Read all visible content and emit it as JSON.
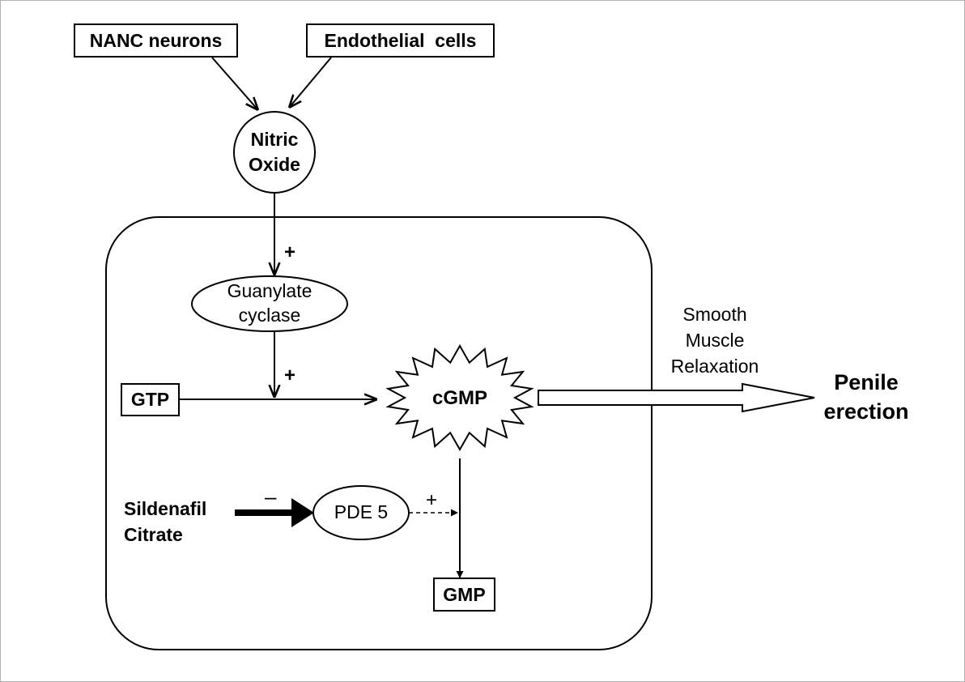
{
  "nodes": {
    "nanc_neurons": "NANC neurons",
    "endothelial_cells": "Endothelial  cells",
    "nitric_oxide": [
      "Nitric",
      "Oxide"
    ],
    "guanylate_cyclase": [
      "Guanylate",
      "cyclase"
    ],
    "gtp": "GTP",
    "cgmp": "cGMP",
    "gmp": "GMP",
    "pde5": "PDE 5",
    "sildenafil": [
      "Sildenafil",
      "Citrate"
    ],
    "smooth_muscle": [
      "Smooth",
      "Muscle",
      "Relaxation"
    ],
    "penile_erection": [
      "Penile",
      "erection"
    ]
  },
  "signs": {
    "no_to_gc": "+",
    "gc_to_gtp": "+",
    "pde5_effect": "+",
    "sildenafil_effect": "–"
  }
}
